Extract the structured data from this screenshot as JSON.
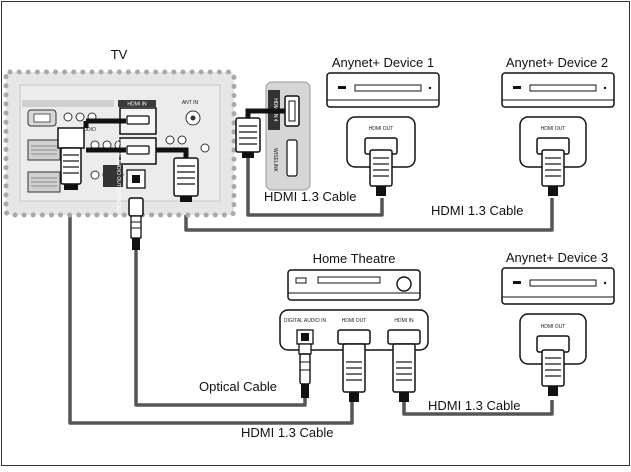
{
  "labels": {
    "tv": "TV",
    "device1": "Anynet+ Device 1",
    "device2": "Anynet+ Device 2",
    "device3": "Anynet+ Device 3",
    "home_theatre": "Home Theatre",
    "hdmi_cable_1": "HDMI 1.3 Cable",
    "hdmi_cable_2": "HDMI 1.3 Cable",
    "hdmi_cable_3": "HDMI 1.3 Cable",
    "hdmi_cable_4": "HDMI 1.3 Cable",
    "optical_cable": "Optical Cable"
  },
  "ports": {
    "hdmi_out_1": "HDMI OUT",
    "hdmi_out_2": "HDMI OUT",
    "hdmi_out_3": "HDMI OUT",
    "ht_hdmi_out": "HDMI OUT",
    "ht_hdmi_in": "HDMI IN",
    "ht_digital_audio_in": "DIGITAL AUDIO IN",
    "tv_hdmi_in": "HDMI IN",
    "tv_ant_in": "ANT IN",
    "tv_audio": "AUDIO",
    "tv_digital_audio_out": "DIGITAL AUDIO OUT (OPTICAL)",
    "tv_side_hdmi": "HDMI IN 4",
    "tv_wiselink": "WISELINK"
  },
  "colors": {
    "cable": "#555555",
    "outline": "#111111",
    "panel_dots": "#a9a9a9",
    "panel_fill": "#e6e6e6"
  }
}
